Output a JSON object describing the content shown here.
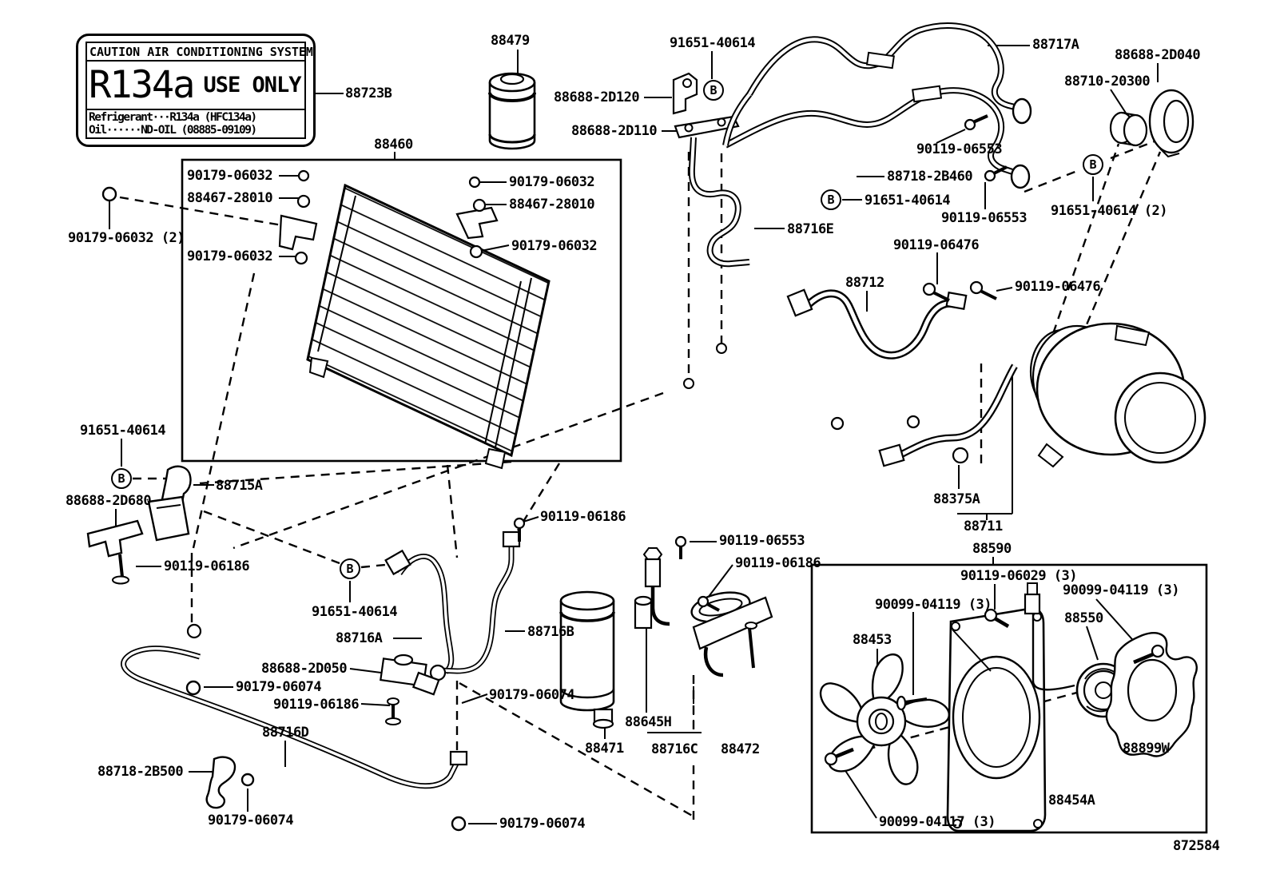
{
  "diagram": {
    "drawing_number": "872584",
    "caution_label": {
      "header": "CAUTION  AIR CONDITIONING SYSTEM",
      "refrigerant_big": "R134a",
      "use_only": "USE ONLY",
      "line1": "Refrigerant···R134a (HFC134a)",
      "line2": "Oil······ND-OIL (08885-09109)"
    },
    "connector_markers": [
      "B",
      "B",
      "B",
      "B",
      "B"
    ],
    "part_labels": [
      {
        "id": "88723B",
        "text": "88723B"
      },
      {
        "id": "88479",
        "text": "88479"
      },
      {
        "id": "91651-40614-a",
        "text": "91651-40614"
      },
      {
        "id": "88688-2D120",
        "text": "88688-2D120"
      },
      {
        "id": "88688-2D110",
        "text": "88688-2D110"
      },
      {
        "id": "88717A",
        "text": "88717A"
      },
      {
        "id": "88688-2D040",
        "text": "88688-2D040"
      },
      {
        "id": "88710-20300",
        "text": "88710-20300"
      },
      {
        "id": "90119-06553-a",
        "text": "90119-06553"
      },
      {
        "id": "88718-2B460",
        "text": "88718-2B460"
      },
      {
        "id": "91651-40614-b",
        "text": "91651-40614"
      },
      {
        "id": "90119-06553-b",
        "text": "90119-06553"
      },
      {
        "id": "91651-40614-2",
        "text": "91651-40614 (2)"
      },
      {
        "id": "88716E",
        "text": "88716E"
      },
      {
        "id": "90119-06476-a",
        "text": "90119-06476"
      },
      {
        "id": "90119-06476-b",
        "text": "90119-06476"
      },
      {
        "id": "88712",
        "text": "88712"
      },
      {
        "id": "88460",
        "text": "88460"
      },
      {
        "id": "90179-06032-a",
        "text": "90179-06032"
      },
      {
        "id": "88467-28010-a",
        "text": "88467-28010"
      },
      {
        "id": "90179-06032-b",
        "text": "90179-06032"
      },
      {
        "id": "90179-06032-c",
        "text": "90179-06032"
      },
      {
        "id": "88467-28010-b",
        "text": "88467-28010"
      },
      {
        "id": "90179-06032-d",
        "text": "90179-06032"
      },
      {
        "id": "90179-06032-2",
        "text": "90179-06032 (2)"
      },
      {
        "id": "91651-40614-c",
        "text": "91651-40614"
      },
      {
        "id": "88715A",
        "text": "88715A"
      },
      {
        "id": "88688-2D680",
        "text": "88688-2D680"
      },
      {
        "id": "90119-06186-a",
        "text": "90119-06186"
      },
      {
        "id": "90119-06186-b",
        "text": "90119-06186"
      },
      {
        "id": "91651-40614-d",
        "text": "91651-40614"
      },
      {
        "id": "88716A",
        "text": "88716A"
      },
      {
        "id": "88716B",
        "text": "88716B"
      },
      {
        "id": "88688-2D050",
        "text": "88688-2D050"
      },
      {
        "id": "90179-06074-a",
        "text": "90179-06074"
      },
      {
        "id": "90119-06186-c",
        "text": "90119-06186"
      },
      {
        "id": "88716D",
        "text": "88716D"
      },
      {
        "id": "88718-2B500",
        "text": "88718-2B500"
      },
      {
        "id": "90179-06074-b",
        "text": "90179-06074"
      },
      {
        "id": "90179-06074-c",
        "text": "90179-06074"
      },
      {
        "id": "90179-06074-d",
        "text": "90179-06074"
      },
      {
        "id": "88471",
        "text": "88471"
      },
      {
        "id": "88645H",
        "text": "88645H"
      },
      {
        "id": "88716C",
        "text": "88716C"
      },
      {
        "id": "88472",
        "text": "88472"
      },
      {
        "id": "90119-06553-c",
        "text": "90119-06553"
      },
      {
        "id": "90119-06186-d",
        "text": "90119-06186"
      },
      {
        "id": "88375A",
        "text": "88375A"
      },
      {
        "id": "88711",
        "text": "88711"
      },
      {
        "id": "88590",
        "text": "88590"
      },
      {
        "id": "90119-06029-3",
        "text": "90119-06029 (3)"
      },
      {
        "id": "90099-04119-l",
        "text": "90099-04119 (3)"
      },
      {
        "id": "90099-04119-r",
        "text": "90099-04119 (3)"
      },
      {
        "id": "88550",
        "text": "88550"
      },
      {
        "id": "88453",
        "text": "88453"
      },
      {
        "id": "88899W",
        "text": "88899W"
      },
      {
        "id": "88454A",
        "text": "88454A"
      },
      {
        "id": "90099-04117-3",
        "text": "90099-04117 (3)"
      },
      {
        "id": "872584",
        "text": "872584"
      }
    ]
  }
}
